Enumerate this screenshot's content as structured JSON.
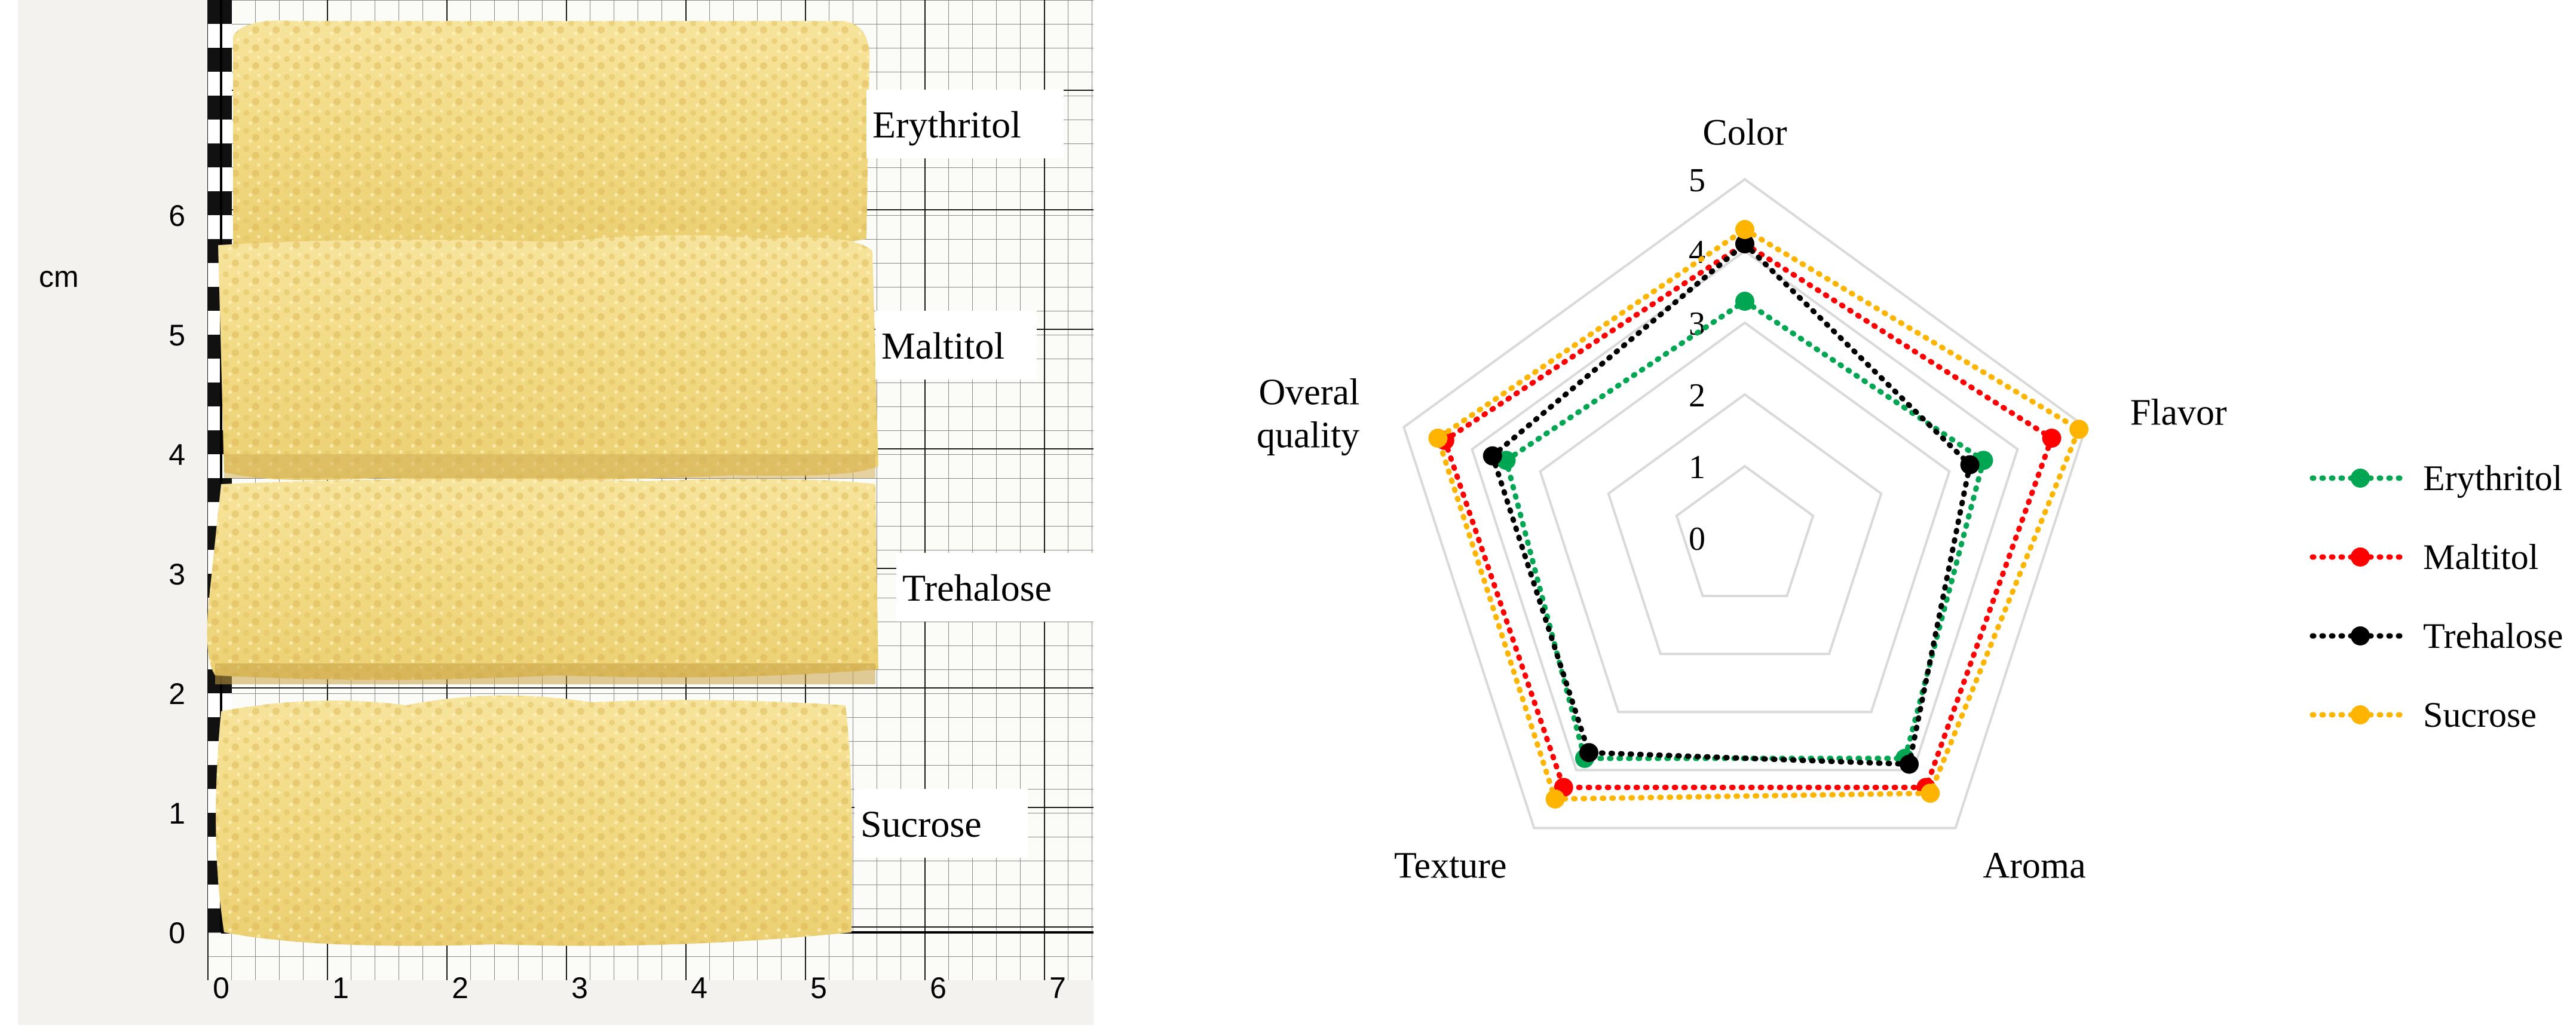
{
  "photo": {
    "unit_label": "cm",
    "y_ruler_ticks": [
      "0",
      "1",
      "2",
      "3",
      "4",
      "5",
      "6"
    ],
    "x_ruler_ticks": [
      "0",
      "1",
      "2",
      "3",
      "4",
      "5",
      "6",
      "7"
    ],
    "cake_labels": [
      "Erythritol",
      "Maltitol",
      "Trehalose",
      "Sucrose"
    ]
  },
  "chart_data": {
    "type": "radar",
    "axes": [
      "Color",
      "Flavor",
      "Aroma",
      "Texture",
      "Overal quality"
    ],
    "rlim": [
      0,
      5
    ],
    "ticks": [
      "0",
      "1",
      "2",
      "3",
      "4",
      "5"
    ],
    "grid": true,
    "legend_position": "right",
    "series": [
      {
        "name": "Erythritol",
        "color": "#00a651",
        "values": [
          3.3,
          3.5,
          3.8,
          3.8,
          3.5
        ]
      },
      {
        "name": "Maltitol",
        "color": "#ff0000",
        "values": [
          4.1,
          4.5,
          4.3,
          4.3,
          4.4
        ]
      },
      {
        "name": "Trehalose",
        "color": "#000000",
        "values": [
          4.1,
          3.3,
          3.9,
          3.7,
          3.7
        ]
      },
      {
        "name": "Sucrose",
        "color": "#ffb400",
        "values": [
          4.3,
          4.9,
          4.4,
          4.5,
          4.5
        ]
      }
    ]
  }
}
